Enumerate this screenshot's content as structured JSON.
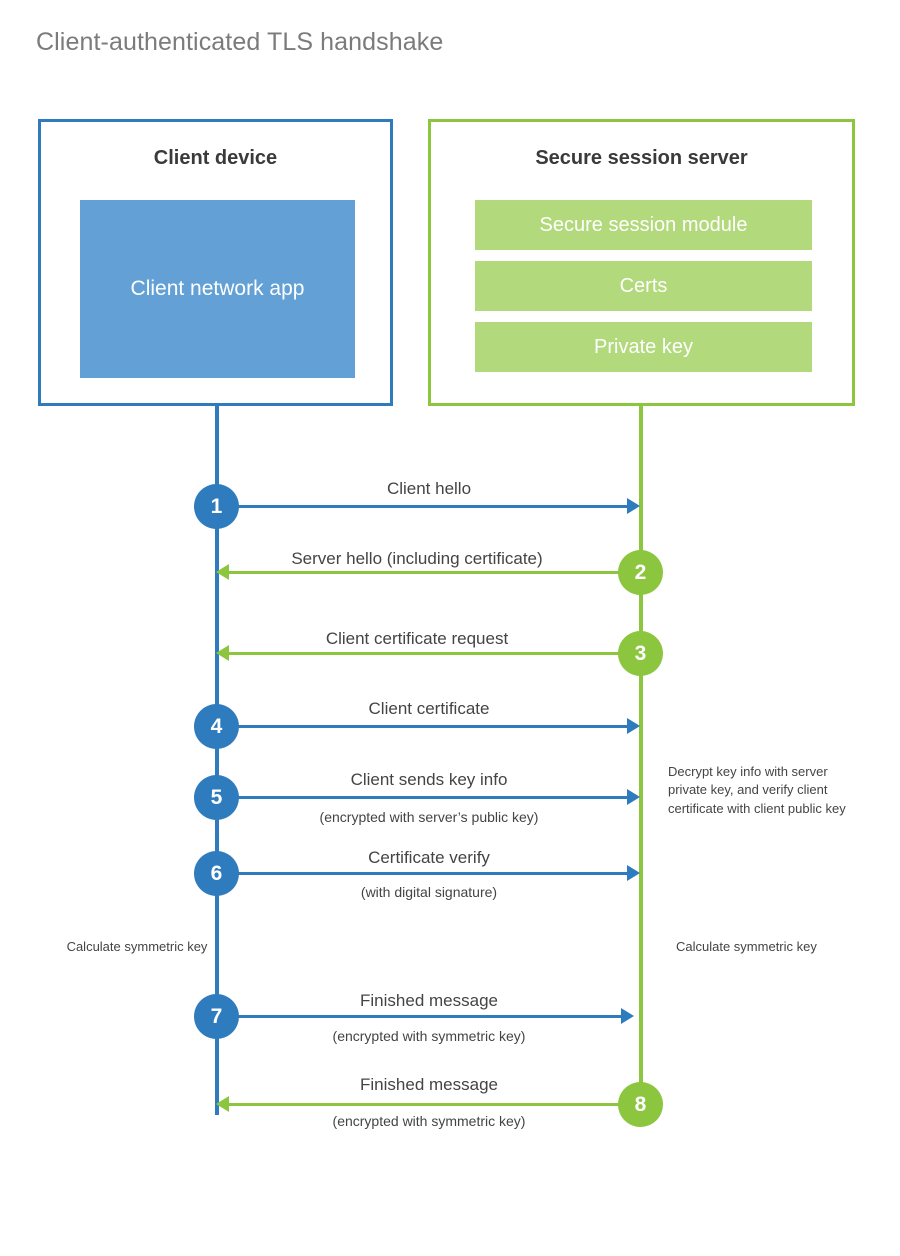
{
  "title": "Client-authenticated TLS handshake",
  "colors": {
    "client_blue": "#2e7cbe",
    "client_app_fill": "#62a0d5",
    "server_green": "#8cc63f",
    "server_block_fill": "#b2d97b",
    "title_gray": "#7b7b7b",
    "text_gray": "#444444",
    "heading_gray": "#3a3a3a"
  },
  "participants": {
    "client": {
      "title": "Client device",
      "blocks": [
        {
          "label": "Client network app"
        }
      ]
    },
    "server": {
      "title": "Secure session server",
      "blocks": [
        {
          "label": "Secure session module"
        },
        {
          "label": "Certs"
        },
        {
          "label": "Private key"
        }
      ]
    }
  },
  "steps": [
    {
      "number": "1",
      "label": "Client hello",
      "sublabel": "",
      "direction": "client-to-server",
      "color": "blue"
    },
    {
      "number": "2",
      "label": "Server hello (including certificate)",
      "sublabel": "",
      "direction": "server-to-client",
      "color": "green"
    },
    {
      "number": "3",
      "label": "Client certificate request",
      "sublabel": "",
      "direction": "server-to-client",
      "color": "green"
    },
    {
      "number": "4",
      "label": "Client certificate",
      "sublabel": "",
      "direction": "client-to-server",
      "color": "blue"
    },
    {
      "number": "5",
      "label": "Client sends key info",
      "sublabel": "(encrypted with server’s public key)",
      "direction": "client-to-server",
      "color": "blue"
    },
    {
      "number": "6",
      "label": "Certificate verify",
      "sublabel": "(with digital signature)",
      "direction": "client-to-server",
      "color": "blue"
    },
    {
      "number": "7",
      "label": "Finished message",
      "sublabel": "(encrypted with symmetric key)",
      "direction": "client-to-server",
      "color": "blue"
    },
    {
      "number": "8",
      "label": "Finished message",
      "sublabel": "(encrypted with symmetric key)",
      "direction": "server-to-client",
      "color": "green"
    }
  ],
  "notes": {
    "server_decrypt": "Decrypt key info with server private key, and verify client certificate with client public key",
    "client_calculate": "Calculate symmetric key",
    "server_calculate": "Calculate symmetric key"
  }
}
